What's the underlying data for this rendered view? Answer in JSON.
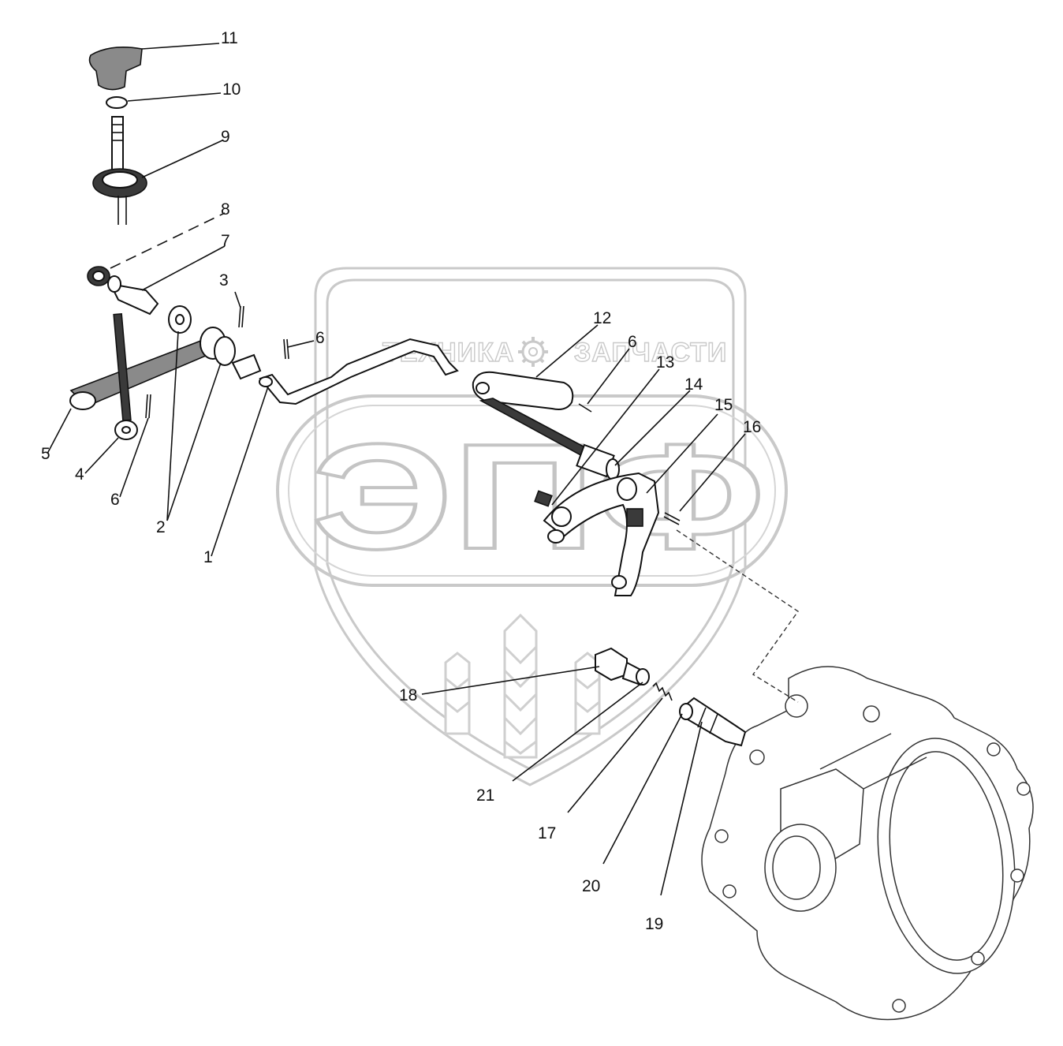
{
  "watermark": {
    "line_left": "ТЕХНИКА",
    "line_right": "ЗАПЧАСТИ",
    "logo": "ЭПФ"
  },
  "callouts": [
    {
      "id": "c1",
      "label": "1"
    },
    {
      "id": "c2",
      "label": "2"
    },
    {
      "id": "c3",
      "label": "3"
    },
    {
      "id": "c4",
      "label": "4"
    },
    {
      "id": "c5",
      "label": "5"
    },
    {
      "id": "c6a",
      "label": "6"
    },
    {
      "id": "c6b",
      "label": "6"
    },
    {
      "id": "c6c",
      "label": "6"
    },
    {
      "id": "c7",
      "label": "7"
    },
    {
      "id": "c8",
      "label": "8"
    },
    {
      "id": "c9",
      "label": "9"
    },
    {
      "id": "c10",
      "label": "10"
    },
    {
      "id": "c11",
      "label": "11"
    },
    {
      "id": "c12",
      "label": "12"
    },
    {
      "id": "c13",
      "label": "13"
    },
    {
      "id": "c14",
      "label": "14"
    },
    {
      "id": "c15",
      "label": "15"
    },
    {
      "id": "c16",
      "label": "16"
    },
    {
      "id": "c17",
      "label": "17"
    },
    {
      "id": "c18",
      "label": "18"
    },
    {
      "id": "c19",
      "label": "19"
    },
    {
      "id": "c20",
      "label": "20"
    },
    {
      "id": "c21",
      "label": "21"
    }
  ]
}
